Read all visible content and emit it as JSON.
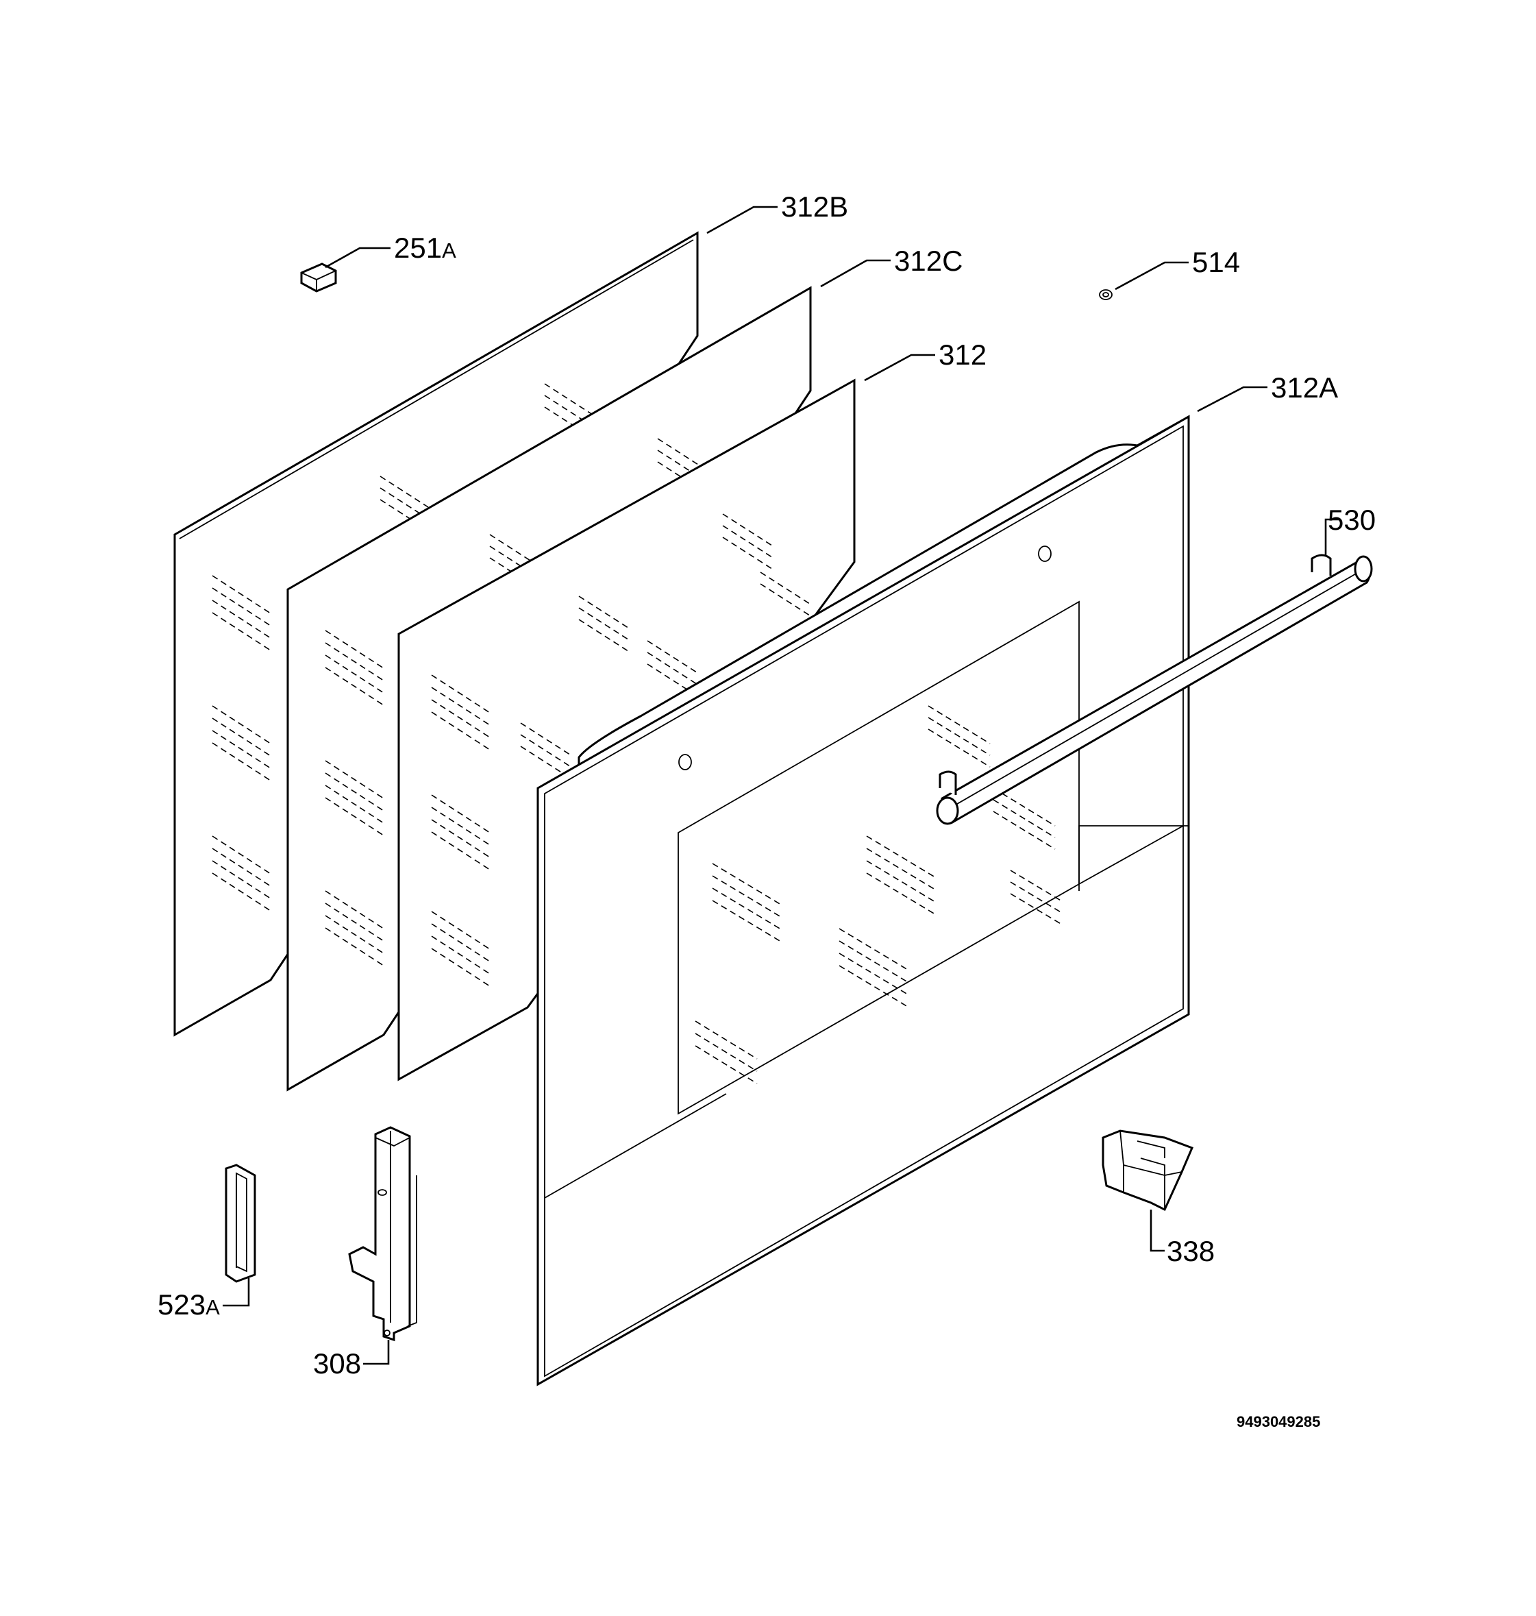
{
  "diagram": {
    "labels": {
      "p312B": "312B",
      "p251A_num": "251",
      "p251A_suffix": "A",
      "p312C": "312C",
      "p514": "514",
      "p312": "312",
      "p312A": "312A",
      "p530": "530",
      "p523A_num": "523",
      "p523A_suffix": "A",
      "p308": "308",
      "p338": "338"
    },
    "drawing_code": "9493049285"
  }
}
